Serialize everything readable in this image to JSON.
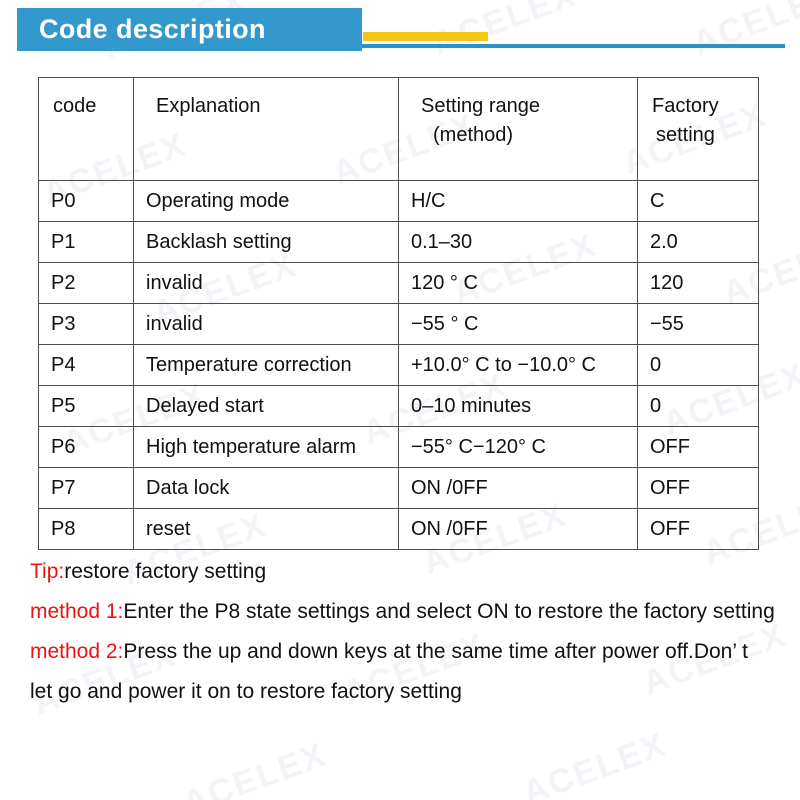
{
  "header": {
    "title": "Code description",
    "banner_color": "#3399cc",
    "accent_yellow": "#f5c518",
    "accent_blue": "#2e90c9"
  },
  "table": {
    "columns": [
      {
        "key": "code",
        "label": "code",
        "label_line2": ""
      },
      {
        "key": "expl",
        "label": "Explanation",
        "label_line2": ""
      },
      {
        "key": "range",
        "label": "Setting range",
        "label_line2": "(method)"
      },
      {
        "key": "factory",
        "label": "Factory",
        "label_line2": "setting"
      }
    ],
    "rows": [
      {
        "code": "P0",
        "explanation": "Operating mode",
        "range": "H/C",
        "factory": "C",
        "small_explanation": false,
        "small_range": false
      },
      {
        "code": "P1",
        "explanation": "Backlash setting",
        "range": "0.1–30",
        "factory": "2.0",
        "small_explanation": false,
        "small_range": false
      },
      {
        "code": "P2",
        "explanation": "invalid",
        "range": "120 ° C",
        "factory": "120",
        "small_explanation": false,
        "small_range": false
      },
      {
        "code": "P3",
        "explanation": "invalid",
        "range": "−55 ° C",
        "factory": "−55",
        "small_explanation": false,
        "small_range": false
      },
      {
        "code": "P4",
        "explanation": "Temperature correction",
        "range": "+10.0° C to −10.0° C",
        "factory": "0",
        "small_explanation": true,
        "small_range": true
      },
      {
        "code": "P5",
        "explanation": "Delayed start",
        "range": "0–10 minutes",
        "factory": "0",
        "small_explanation": false,
        "small_range": false
      },
      {
        "code": "P6",
        "explanation": "High temperature alarm",
        "range": "−55° C−120° C",
        "factory": "OFF",
        "small_explanation": true,
        "small_range": false
      },
      {
        "code": "P7",
        "explanation": "Data lock",
        "range": "ON /0FF",
        "factory": "OFF",
        "small_explanation": false,
        "small_range": false
      },
      {
        "code": "P8",
        "explanation": "reset",
        "range": "ON /0FF",
        "factory": "OFF",
        "small_explanation": false,
        "small_range": false
      }
    ]
  },
  "tips": {
    "label_color": "#ee1111",
    "paragraphs": [
      {
        "label": "Tip:",
        "body": "restore factory setting"
      },
      {
        "label": "method 1:",
        "body": "Enter the P8 state settings and select ON to restore the factory setting"
      },
      {
        "label": "method 2:",
        "body": "Press the up and down keys at the same time after power off.Don’ t let go and power it on to restore factory setting"
      }
    ]
  },
  "watermark": {
    "text": "ACELEX"
  }
}
